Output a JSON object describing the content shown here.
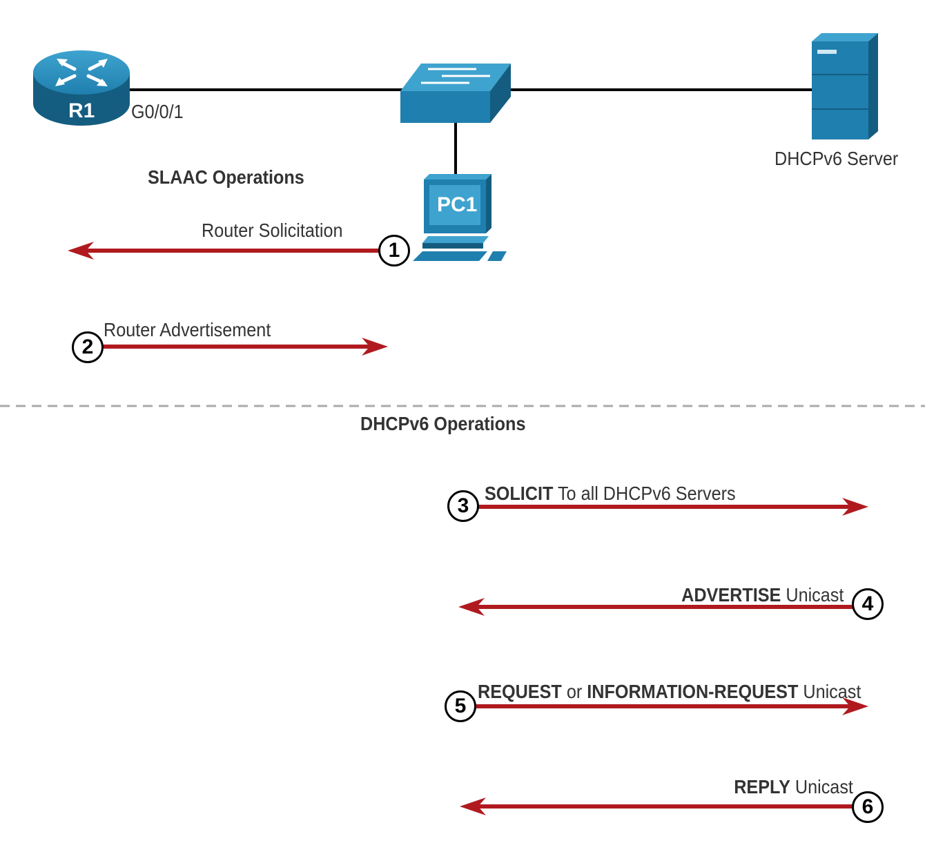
{
  "devices": {
    "router": {
      "name": "R1",
      "interface": "G0/0/1"
    },
    "pc": {
      "name": "PC1"
    },
    "server": {
      "name": "DHCPv6 Server"
    }
  },
  "sections": {
    "slaac": "SLAAC Operations",
    "dhcpv6": "DHCPv6 Operations"
  },
  "steps": [
    {
      "n": "1",
      "bold": "",
      "text": "Router Solicitation",
      "direction": "left"
    },
    {
      "n": "2",
      "bold": "",
      "text": "Router Advertisement",
      "direction": "right"
    },
    {
      "n": "3",
      "bold": "SOLICIT",
      "text": "To all DHCPv6 Servers",
      "direction": "right"
    },
    {
      "n": "4",
      "bold": "ADVERTISE",
      "text": "Unicast",
      "direction": "left"
    },
    {
      "n": "5",
      "bold": "REQUEST",
      "mid": "or",
      "bold2": "INFORMATION-REQUEST",
      "text": "Unicast",
      "direction": "right"
    },
    {
      "n": "6",
      "bold": "REPLY",
      "text": "Unicast",
      "direction": "left"
    }
  ],
  "colors": {
    "arrow": "#b01a1f",
    "device": "#1f7fae",
    "device_dark": "#145d80",
    "link": "#000000",
    "divider": "#aaaaaa"
  }
}
